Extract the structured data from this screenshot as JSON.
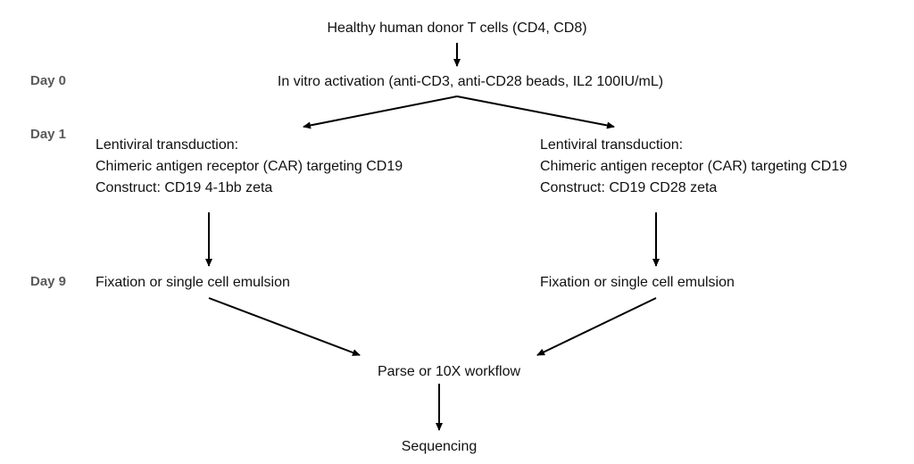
{
  "days": {
    "day0": "Day 0",
    "day1": "Day 1",
    "day9": "Day 9"
  },
  "nodes": {
    "donor": "Healthy human donor T cells (CD4, CD8)",
    "activation": "In vitro activation (anti-CD3, anti-CD28 beads, IL2 100IU/mL)",
    "left_transduction": {
      "line1": "Lentiviral transduction:",
      "line2": "Chimeric antigen receptor (CAR) targeting CD19",
      "line3": "Construct: CD19 4-1bb zeta"
    },
    "right_transduction": {
      "line1": "Lentiviral transduction:",
      "line2": "Chimeric antigen receptor (CAR) targeting CD19",
      "line3": "Construct: CD19 CD28 zeta"
    },
    "left_fixation": "Fixation or single cell emulsion",
    "right_fixation": "Fixation or single cell emulsion",
    "workflow": "Parse or 10X workflow",
    "sequencing": "Sequencing"
  }
}
